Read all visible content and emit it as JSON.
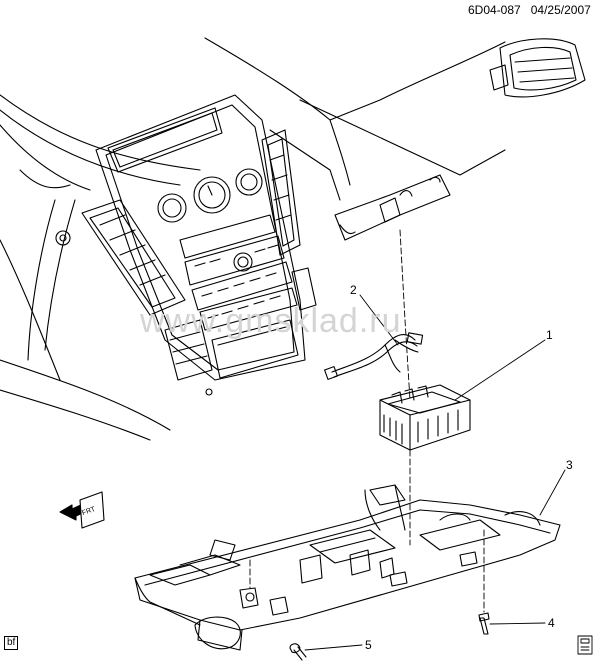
{
  "header": {
    "ref_code": "6D04-087",
    "date": "04/25/2007"
  },
  "watermark": "www.gmsklad.ru",
  "corner_tag": "bf",
  "direction_arrow": {
    "label": "FRT"
  },
  "callouts": [
    {
      "id": "1",
      "label": "1"
    },
    {
      "id": "2",
      "label": "2"
    },
    {
      "id": "3",
      "label": "3"
    },
    {
      "id": "4",
      "label": "4"
    },
    {
      "id": "5",
      "label": "5"
    }
  ],
  "icons": [
    "front-direction-arrow-icon",
    "document-stack-icon"
  ],
  "colors": {
    "line": "#000000",
    "background": "#ffffff",
    "watermark": "#d4d4d4"
  }
}
